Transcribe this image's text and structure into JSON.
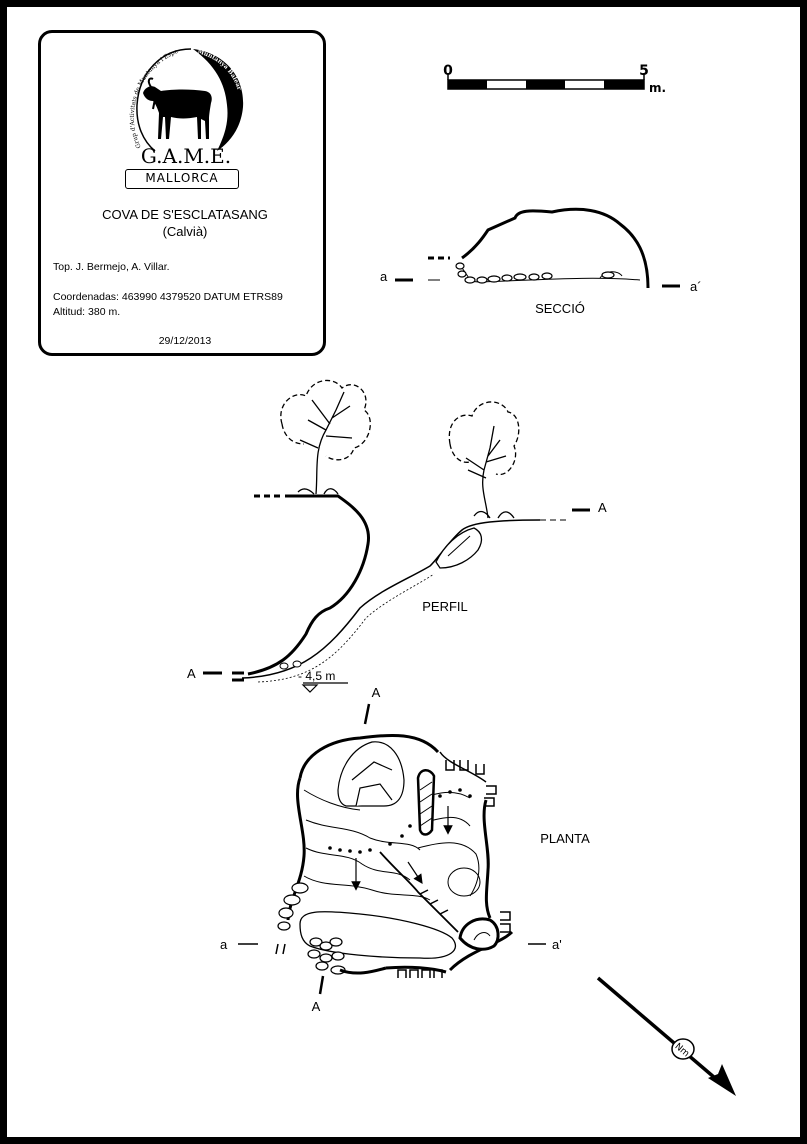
{
  "logo": {
    "ring_text": "Grup d'Activitats de Muntanya i Espeleo",
    "ring_text_2": "Muntanya Balear",
    "initials": "G.A.M.E.",
    "region": "MALLORCA"
  },
  "cave": {
    "name": "COVA DE S'ESCLATASANG",
    "municipality": "(Calvià)"
  },
  "survey": {
    "topography": "Top.  J. Bermejo,  A. Villar.",
    "coordinates": "Coordenadas: 463990 4379520 DATUM ETRS89",
    "altitude": "Altitud: 380 m.",
    "date": "29/12/2013"
  },
  "scale": {
    "start": "0",
    "end": "5",
    "unit": "m."
  },
  "section": {
    "title": "SECCIÓ",
    "left_mark": "a",
    "right_mark": "a´"
  },
  "profile": {
    "title": "PERFIL",
    "left_mark": "A",
    "right_mark": "A",
    "depth": "- 4,5 m"
  },
  "plan": {
    "title": "PLANTA",
    "top_mark": "A",
    "bottom_mark": "A",
    "left_mark": "a",
    "right_mark": "a'"
  },
  "north": {
    "label": "Nm"
  }
}
